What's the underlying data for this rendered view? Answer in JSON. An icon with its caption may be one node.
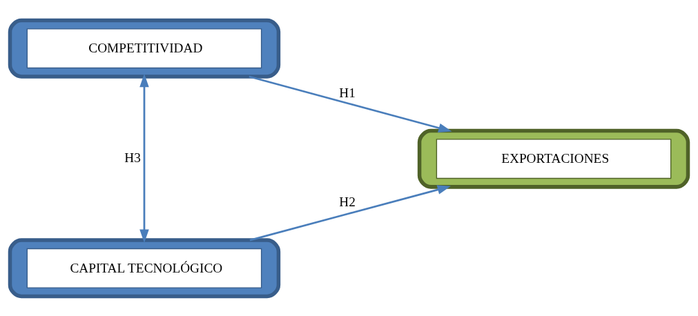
{
  "diagram": {
    "nodes": [
      {
        "text": [
          "COMPETITIVIDAD"
        ]
      },
      {
        "text": [
          "CAPITAL TECNOLÓGICO"
        ]
      },
      {
        "text": [
          "EXPORTACIONES"
        ]
      }
    ],
    "edges": [
      {
        "from": 0,
        "to": 2,
        "arrow": "to",
        "label": "H1"
      },
      {
        "from": 1,
        "to": 2,
        "arrow": "to",
        "label": "H2"
      },
      {
        "from": 0,
        "to": 1,
        "arrow": "both",
        "label": "H3"
      }
    ]
  }
}
